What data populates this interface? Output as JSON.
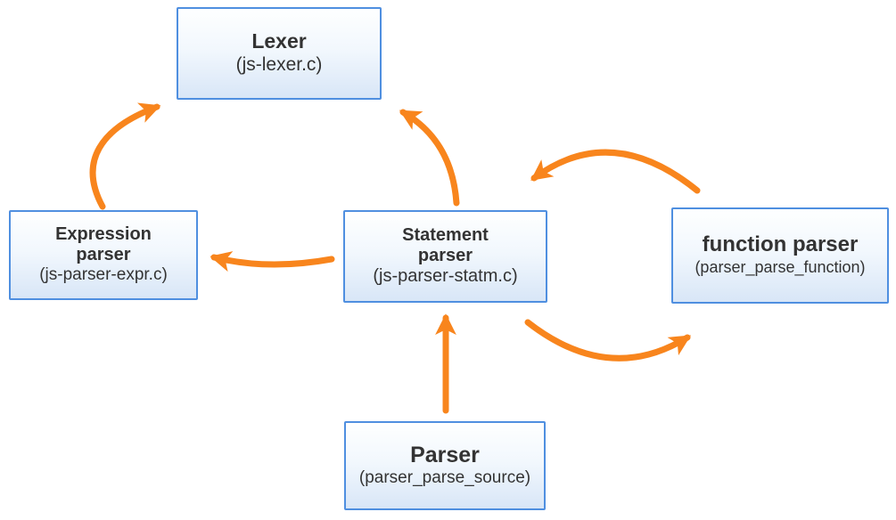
{
  "diagram": {
    "nodes": {
      "lexer": {
        "title": "Lexer",
        "subtitle": "(js-lexer.c)"
      },
      "expression_parser": {
        "title": "Expression parser",
        "subtitle": "(js-parser-expr.c)"
      },
      "statement_parser": {
        "title": "Statement parser",
        "subtitle": "(js-parser-statm.c)"
      },
      "function_parser": {
        "title": "function parser",
        "subtitle": "(parser_parse_function)"
      },
      "parser": {
        "title": "Parser",
        "subtitle": "(parser_parse_source)"
      }
    },
    "edges": [
      {
        "id": "edge-expression-parser-to-lexer",
        "from": "expression_parser",
        "to": "lexer"
      },
      {
        "id": "edge-statement-parser-to-lexer",
        "from": "statement_parser",
        "to": "lexer"
      },
      {
        "id": "edge-statement-parser-to-expression-parser",
        "from": "statement_parser",
        "to": "expression_parser"
      },
      {
        "id": "edge-function-parser-to-statement-parser",
        "from": "function_parser",
        "to": "statement_parser"
      },
      {
        "id": "edge-statement-parser-to-function-parser",
        "from": "statement_parser",
        "to": "function_parser"
      },
      {
        "id": "edge-parser-to-statement-parser",
        "from": "parser",
        "to": "statement_parser"
      }
    ],
    "colors": {
      "arrow": "#F8851D",
      "node_border": "#4F8FE0",
      "node_fill_top": "#FEFFFF",
      "node_fill_mid": "#F1F7FD",
      "node_fill_bottom": "#D8E6F7",
      "text": "#333333"
    }
  }
}
